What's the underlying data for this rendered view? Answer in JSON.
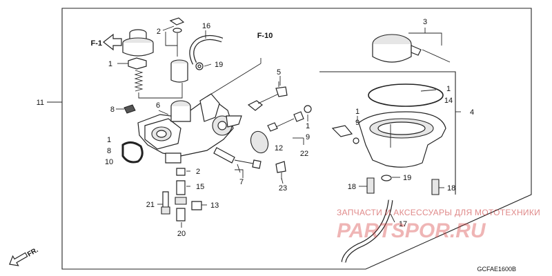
{
  "callouts": {
    "c1a": "1",
    "c2a": "2",
    "c16": "16",
    "c19a": "19",
    "c3": "3",
    "c11": "11",
    "c8a": "8",
    "c6": "6",
    "c1b": "1",
    "c8b": "8",
    "c10": "10",
    "c5": "5",
    "c1c": "1",
    "c9a": "9",
    "c12": "12",
    "c22": "22",
    "c1d": "1",
    "c14": "14",
    "c4": "4",
    "c1e": "1",
    "c9b": "9",
    "c2b": "2",
    "c15": "15",
    "c7": "7",
    "c23": "23",
    "c21": "21",
    "c13": "13",
    "c20": "20",
    "c18a": "18",
    "c19b": "19",
    "c18b": "18",
    "c17": "17"
  },
  "refs": {
    "f1": "F-1",
    "f10": "F-10"
  },
  "front_label": "FR.",
  "diagram_code": "GCFAE1600B",
  "watermark": {
    "line1": "ЗАПЧАСТИ И АКСЕССУАРЫ ДЛЯ МОТОТЕХНИКИ",
    "line2": "PARTSPOR.RU"
  },
  "colors": {
    "ink": "#222222",
    "watermark": "#d32f2f"
  }
}
